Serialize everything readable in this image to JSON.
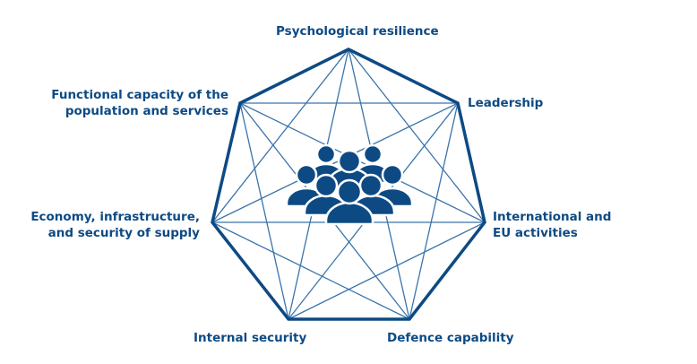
{
  "colors": {
    "primary": "#0d4a84",
    "lines": "#3a74aa"
  },
  "center_icon": "group-of-people-icon",
  "nodes": [
    {
      "id": "psychological",
      "label_lines": [
        "Psychological resilience"
      ]
    },
    {
      "id": "leadership",
      "label_lines": [
        "Leadership"
      ]
    },
    {
      "id": "international",
      "label_lines": [
        "International and",
        "EU activities"
      ]
    },
    {
      "id": "defence",
      "label_lines": [
        "Defence capability"
      ]
    },
    {
      "id": "internal",
      "label_lines": [
        "Internal security"
      ]
    },
    {
      "id": "economy",
      "label_lines": [
        "Economy, infrastructure,",
        "and security of supply"
      ]
    },
    {
      "id": "functional",
      "label_lines": [
        "Functional capacity of the",
        "population and services"
      ]
    }
  ]
}
